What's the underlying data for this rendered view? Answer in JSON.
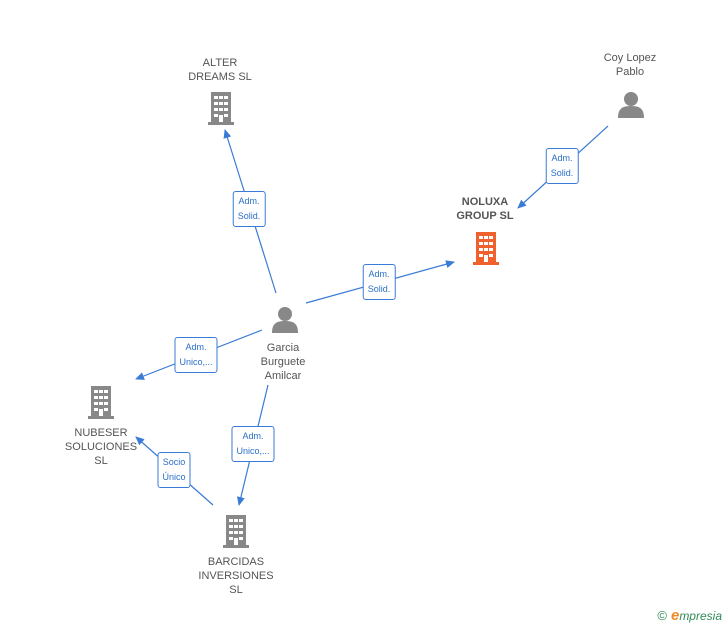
{
  "colors": {
    "edge": "#3a7bd5",
    "company": "#888888",
    "company_highlight": "#f0622d",
    "person": "#888888"
  },
  "nodes": {
    "alter": {
      "label": "ALTER\nDREAMS  SL",
      "icon": "building-icon"
    },
    "coy": {
      "label": "Coy Lopez\nPablo",
      "icon": "person-icon"
    },
    "noluxa": {
      "label": "NOLUXA\nGROUP  SL",
      "icon": "building-icon"
    },
    "garcia": {
      "label": "Garcia\nBurguete\nAmilcar",
      "icon": "person-icon"
    },
    "nubeser": {
      "label": "NUBESER\nSOLUCIONES\nSL",
      "icon": "building-icon"
    },
    "barcidas": {
      "label": "BARCIDAS\nINVERSIONES\nSL",
      "icon": "building-icon"
    }
  },
  "edges": {
    "garcia_alter": "Adm.\nSolid.",
    "coy_noluxa": "Adm.\nSolid.",
    "garcia_noluxa": "Adm.\nSolid.",
    "garcia_nubeser": "Adm.\nUnico,...",
    "garcia_barcidas": "Adm.\nUnico,...",
    "barcidas_nubeser": "Socio\nÚnico"
  },
  "footer": {
    "copyright": "©",
    "brand_initial": "e",
    "brand_rest": "mpresia"
  }
}
